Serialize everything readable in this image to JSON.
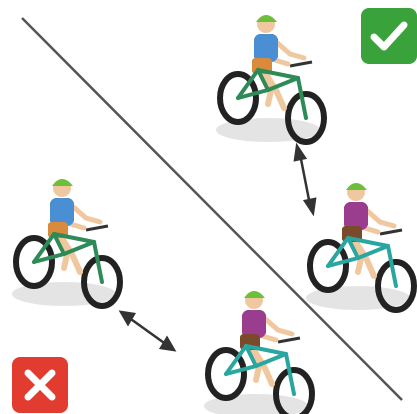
{
  "illustration": {
    "correct_badge": {
      "icon": "checkmark-icon",
      "color": "#3aa23a"
    },
    "incorrect_badge": {
      "icon": "cross-icon",
      "color": "#e23b2f"
    },
    "divider_color": "#555555",
    "arrow_color": "#333333",
    "cyclists": [
      {
        "name": "cyclist-top-right-blue",
        "shirt": "#4a8fd4",
        "frame": "#2e8b57"
      },
      {
        "name": "cyclist-mid-right-purple",
        "shirt": "#9b3d8f",
        "frame": "#2aa6a0"
      },
      {
        "name": "cyclist-mid-left-blue",
        "shirt": "#4a8fd4",
        "frame": "#2e8b57"
      },
      {
        "name": "cyclist-bottom-purple",
        "shirt": "#9b3d8f",
        "frame": "#2aa6a0"
      }
    ],
    "helmet_color": "#6cbf3a"
  }
}
